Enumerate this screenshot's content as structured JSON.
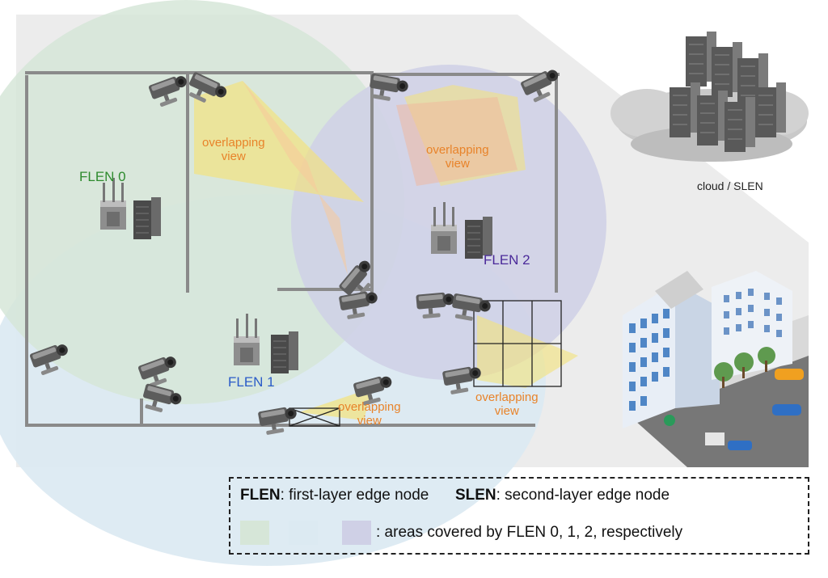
{
  "labels": {
    "flen0": "FLEN 0",
    "flen1": "FLEN 1",
    "flen2": "FLEN 2",
    "cloud": "cloud / SLEN",
    "overlap_word1": "overlapping",
    "overlap_word2": "view"
  },
  "legend": {
    "flen_term": "FLEN",
    "flen_def": ": first-layer edge node",
    "slen_term": "SLEN",
    "slen_def": ": second-layer edge node",
    "areas_text": ": areas covered by FLEN 0, 1, 2, respectively"
  },
  "colors": {
    "flen0_area": "#d6e6d8",
    "flen1_area": "#dceaf2",
    "flen2_area": "#cfd0e6",
    "flen0_text": "#2e8b2e",
    "flen1_text": "#2a5bc8",
    "flen2_text": "#4b2a9a",
    "overlap_text": "#e8832a",
    "wall": "#8a8a8a"
  },
  "icons": [
    "camera-icon",
    "router-icon",
    "server-icon",
    "cloud-server-icon",
    "building-icon",
    "car-icon"
  ]
}
